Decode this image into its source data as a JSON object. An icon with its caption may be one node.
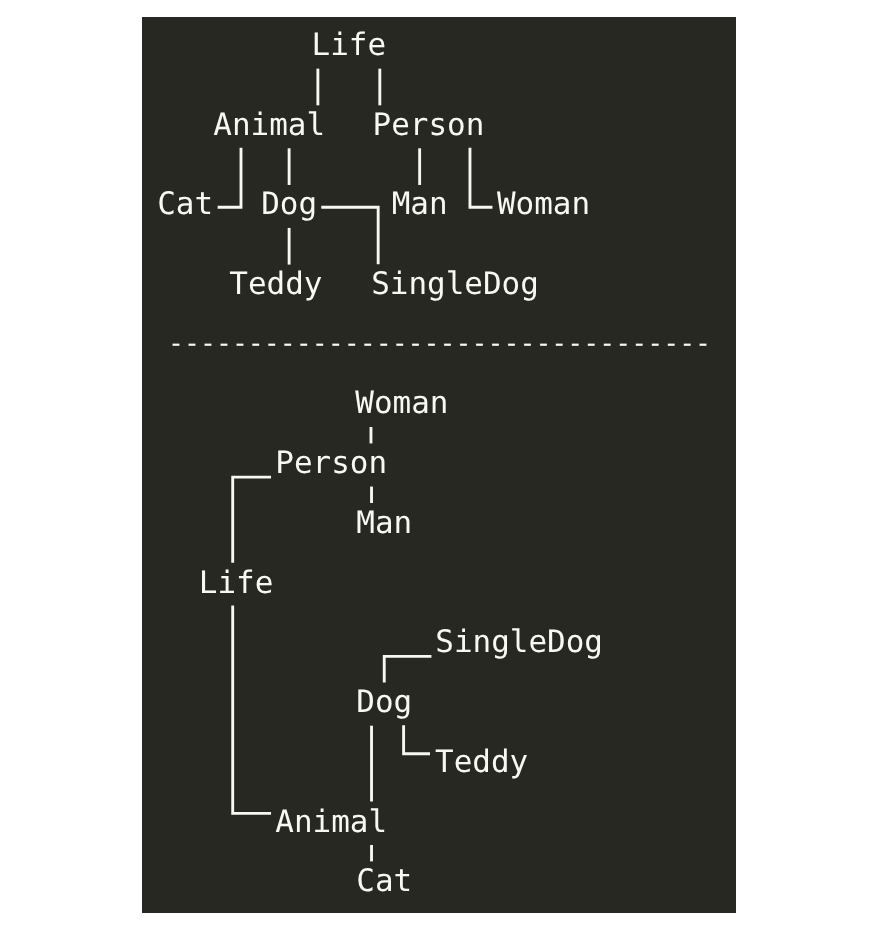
{
  "diagram": {
    "nodes": [
      {
        "text": [
          "Life"
        ]
      },
      {
        "text": [
          "Animal"
        ]
      },
      {
        "text": [
          "Person"
        ]
      },
      {
        "text": [
          "Cat"
        ]
      },
      {
        "text": [
          "Dog"
        ]
      },
      {
        "text": [
          "Man"
        ]
      },
      {
        "text": [
          "Woman"
        ]
      },
      {
        "text": [
          "Teddy"
        ]
      },
      {
        "text": [
          "SingleDog"
        ]
      },
      {
        "text": [
          "Woman"
        ]
      },
      {
        "text": [
          "Person"
        ]
      },
      {
        "text": [
          "Man"
        ]
      },
      {
        "text": [
          "Life"
        ]
      },
      {
        "text": [
          "SingleDog"
        ]
      },
      {
        "text": [
          "Dog"
        ]
      },
      {
        "text": [
          "Teddy"
        ]
      },
      {
        "text": [
          "Animal"
        ]
      },
      {
        "text": [
          "Cat"
        ]
      }
    ],
    "edges": [
      {
        "from": 0,
        "to": 1,
        "arrow": "none"
      },
      {
        "from": 0,
        "to": 2,
        "arrow": "none"
      },
      {
        "from": 1,
        "to": 3,
        "arrow": "none"
      },
      {
        "from": 1,
        "to": 4,
        "arrow": "none"
      },
      {
        "from": 2,
        "to": 5,
        "arrow": "none"
      },
      {
        "from": 2,
        "to": 6,
        "arrow": "none"
      },
      {
        "from": 4,
        "to": 7,
        "arrow": "none"
      },
      {
        "from": 4,
        "to": 8,
        "arrow": "none"
      },
      {
        "from": 12,
        "to": 10,
        "arrow": "none"
      },
      {
        "from": 12,
        "to": 16,
        "arrow": "none"
      },
      {
        "from": 10,
        "to": 9,
        "arrow": "none"
      },
      {
        "from": 10,
        "to": 11,
        "arrow": "none"
      },
      {
        "from": 16,
        "to": 14,
        "arrow": "none"
      },
      {
        "from": 16,
        "to": 17,
        "arrow": "none"
      },
      {
        "from": 14,
        "to": 13,
        "arrow": "none"
      },
      {
        "from": 14,
        "to": 15,
        "arrow": "none"
      }
    ],
    "labels": [
      "----------------------------------"
    ]
  }
}
